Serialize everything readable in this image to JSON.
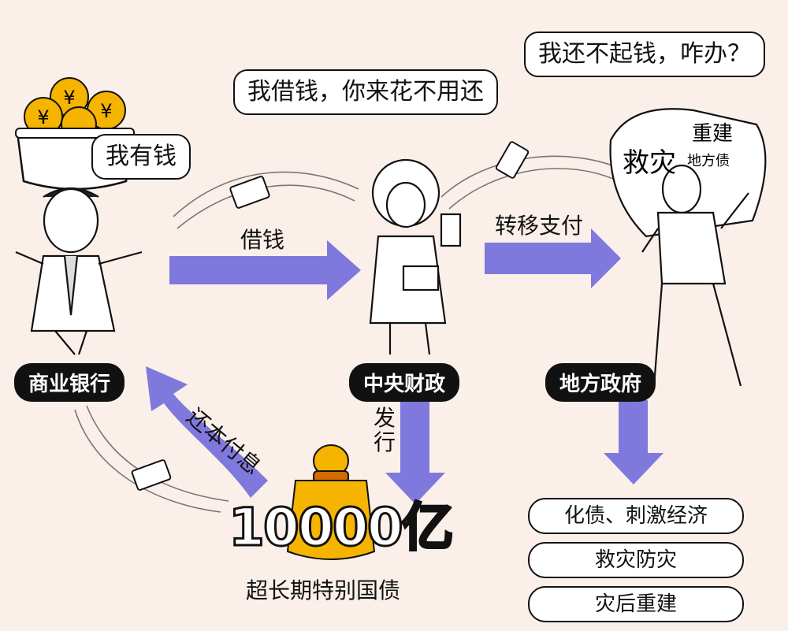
{
  "nodes": {
    "bank": "商业银行",
    "central": "中央财政",
    "local": "地方政府"
  },
  "bubbles": {
    "bank": "我有钱",
    "central": "我借钱，你来花不用还",
    "local": "我还不起钱，咋办？"
  },
  "arrows": {
    "borrow": "借钱",
    "transfer": "转移支付",
    "repay": "还本付息",
    "issue": "发行"
  },
  "bond": {
    "amount": "10000亿",
    "name": "超长期特别国债"
  },
  "sack": {
    "main": "救灾",
    "sub1": "重建",
    "sub2": "地方债"
  },
  "outcomes": [
    "化债、刺激经济",
    "救灾防灾",
    "灾后重建"
  ],
  "colors": {
    "arrow": "#7f79dd",
    "background": "#fbefe9",
    "coin": "#f5b400"
  }
}
